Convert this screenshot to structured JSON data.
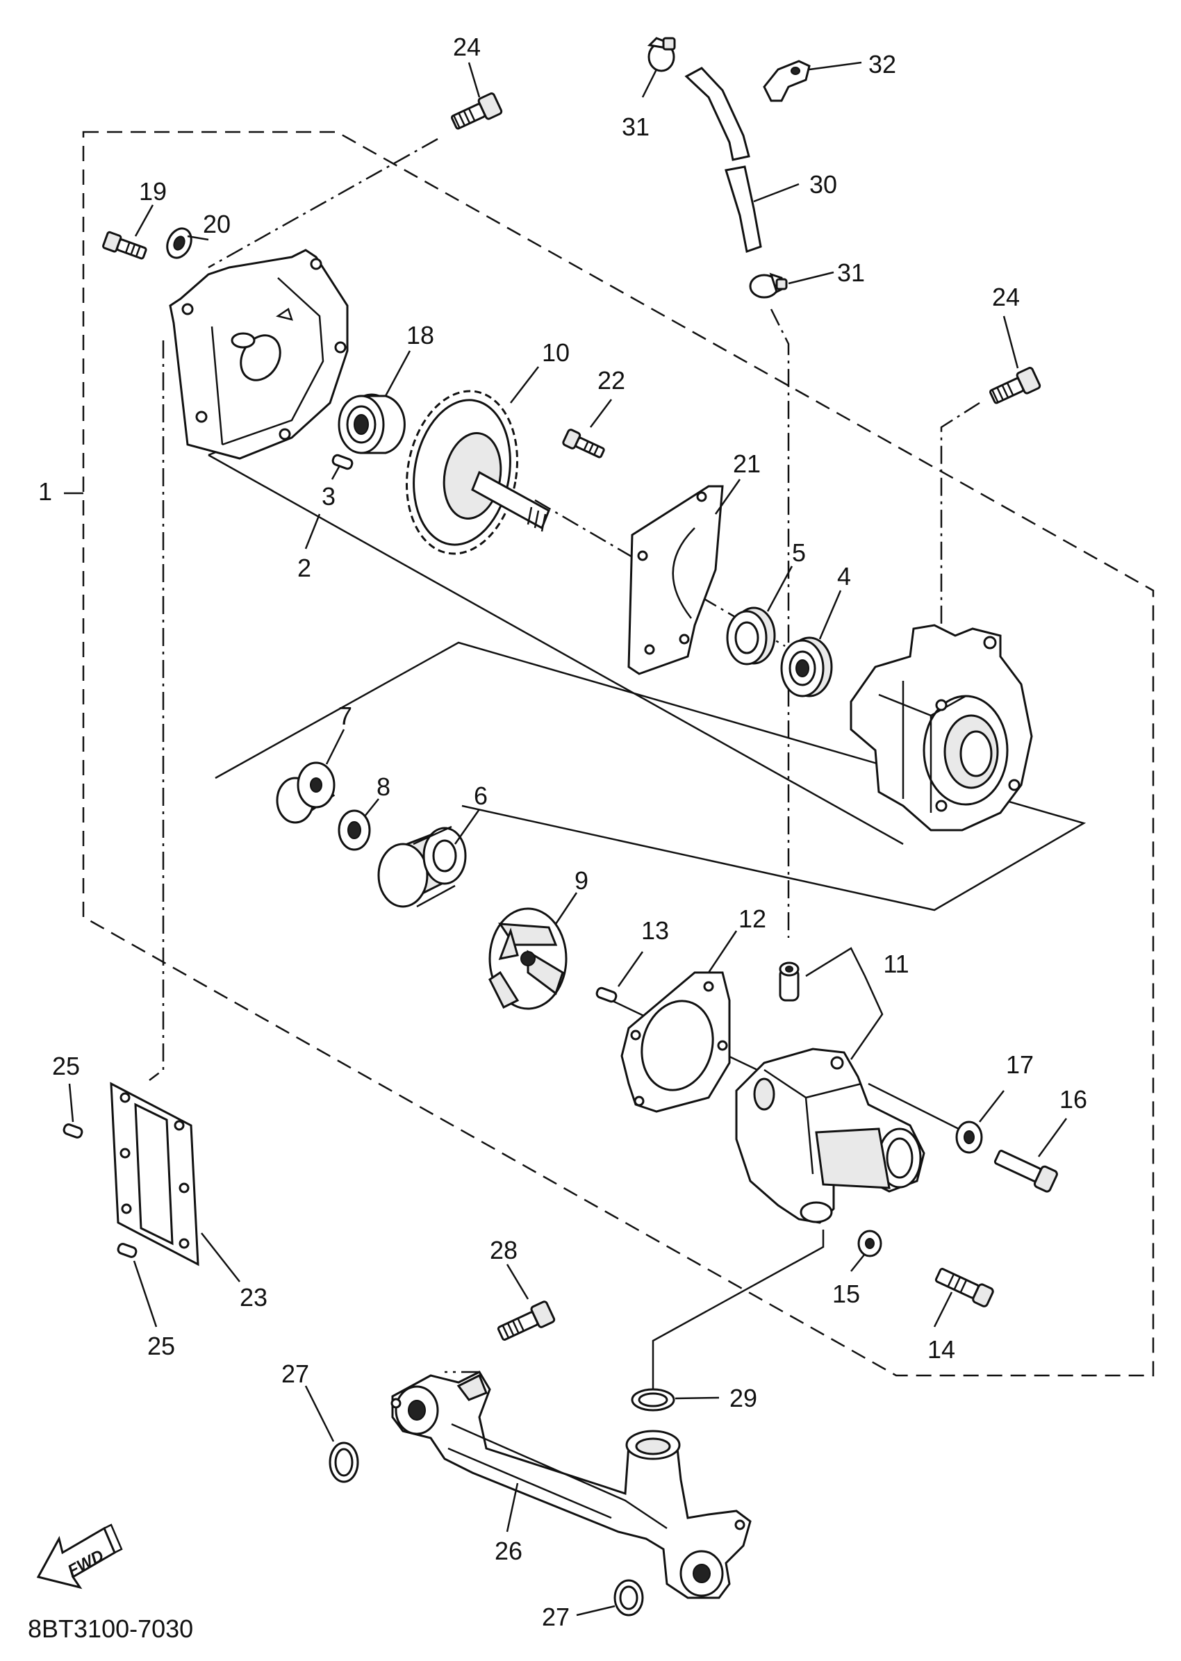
{
  "labels": {
    "l1": "1",
    "l2": "2",
    "l3": "3",
    "l4": "4",
    "l5": "5",
    "l6": "6",
    "l7": "7",
    "l8": "8",
    "l9": "9",
    "l10": "10",
    "l11": "11",
    "l12": "12",
    "l13": "13",
    "l14": "14",
    "l15": "15",
    "l16": "16",
    "l17": "17",
    "l18": "18",
    "l19": "19",
    "l20": "20",
    "l21": "21",
    "l22": "22",
    "l23": "23",
    "l24a": "24",
    "l24b": "24",
    "l25a": "25",
    "l25b": "25",
    "l26": "26",
    "l27a": "27",
    "l27b": "27",
    "l28": "28",
    "l29": "29",
    "l30": "30",
    "l31a": "31",
    "l31b": "31",
    "l32": "32"
  },
  "fwd_label": "FWD",
  "diagram_code": "8BT3100-7030",
  "icons": {
    "fwd_arrow": "fwd-arrow-icon"
  }
}
